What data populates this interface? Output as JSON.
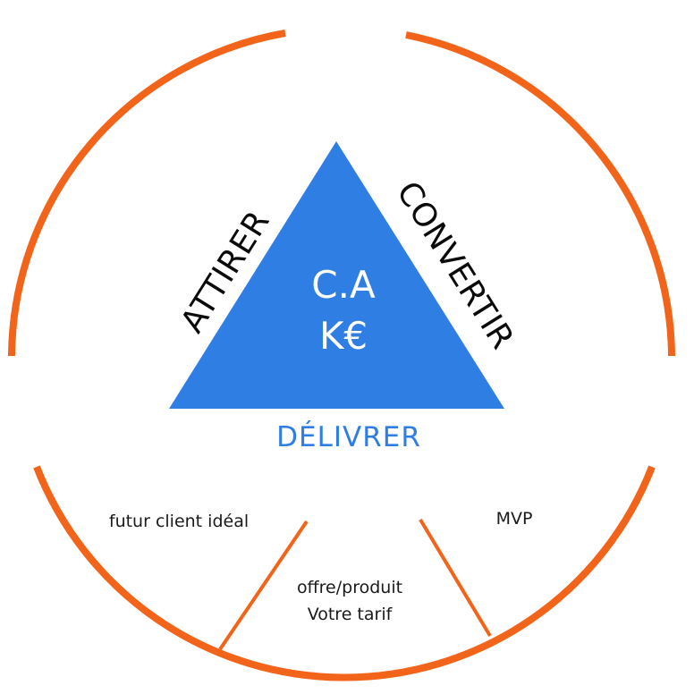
{
  "colors": {
    "ring": "#f26419",
    "triangle": "#2f7ee3",
    "bottom_label": "#2f7ee3",
    "text_dark": "#0b0b0b",
    "text_light": "#ffffff"
  },
  "triangle": {
    "center_line1": "C.A",
    "center_line2": "K€",
    "left_side": "ATTIRER",
    "right_side": "CONVERTIR",
    "bottom_side": "DÉLIVRER"
  },
  "segments": {
    "left": "futur client idéal",
    "middle_line1": "offre/produit",
    "middle_line2": "Votre tarif",
    "right": "MVP"
  }
}
